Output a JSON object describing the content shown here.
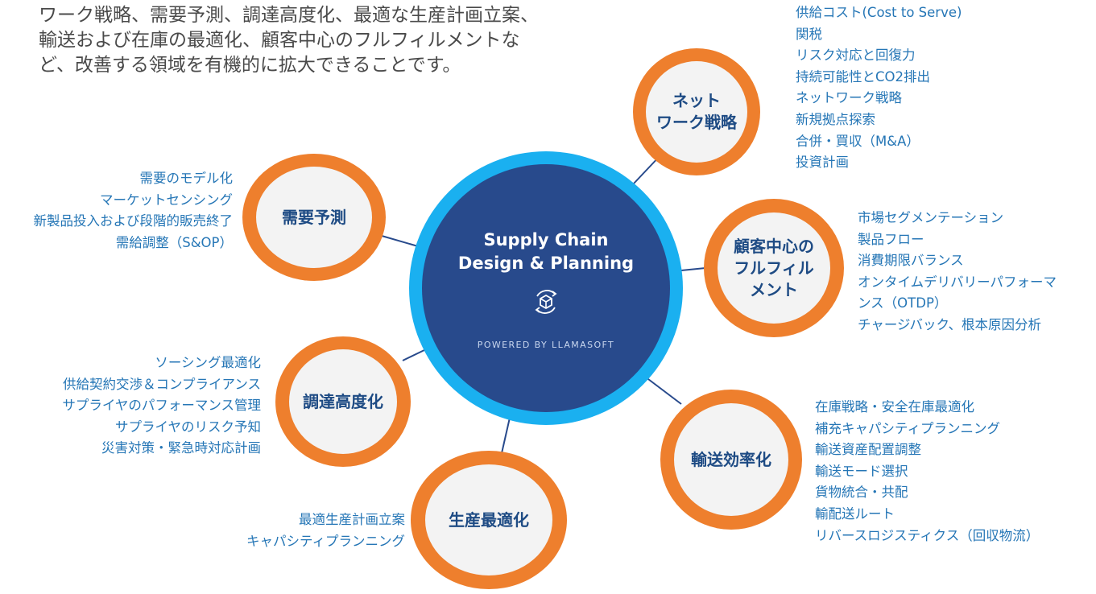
{
  "intro": {
    "lines": [
      "ワーク戦略、需要予測、調達高度化、最適な生産計画立案、",
      "輸送および在庫の最適化、顧客中心のフルフィルメントな",
      "ど、改善する領域を有機的に拡大できることです。"
    ]
  },
  "hub": {
    "title_lines": [
      "Supply Chain",
      "Design & Planning"
    ],
    "subtitle": "POWERED BY LLAMASOFT",
    "logo_icon": "cube-cycle-icon"
  },
  "colors": {
    "hub_ring": "#1ab0f0",
    "hub_fill": "#284a8c",
    "node_ring": "#ee7f2d",
    "node_fill": "#f3f3f3",
    "node_text": "#1e4b84",
    "list_text": "#2576b6",
    "connector": "#284a8c"
  },
  "nodes": {
    "network": {
      "label_lines": [
        "ネット",
        "ワーク戦略"
      ],
      "items": [
        "供給コスト(Cost to Serve)",
        "関税",
        "リスク対応と回復力",
        "持続可能性とCO2排出",
        "ネットワーク戦略",
        "新規拠点探索",
        "合併・買収（M&A）",
        "投資計画"
      ]
    },
    "demand": {
      "label_lines": [
        "需要予測"
      ],
      "items": [
        "需要のモデル化",
        "マーケットセンシング",
        "新製品投入および段階的販売終了",
        "需給調整（S&OP）"
      ]
    },
    "fulfillment": {
      "label_lines": [
        "顧客中心の",
        "フルフィル",
        "メント"
      ],
      "items": [
        "市場セグメンテーション",
        "製品フロー",
        "消費期限バランス",
        "オンタイムデリバリーパフォーマ",
        "ンス（OTDP）",
        "チャージバック、根本原因分析"
      ]
    },
    "procurement": {
      "label_lines": [
        "調達高度化"
      ],
      "items": [
        "ソーシング最適化",
        "供給契約交渉＆コンプライアンス",
        "サプライヤのパフォーマンス管理",
        "サプライヤのリスク予知",
        "災害対策・緊急時対応計画"
      ]
    },
    "transport": {
      "label_lines": [
        "輸送効率化"
      ],
      "items": [
        "在庫戦略・安全在庫最適化",
        "補充キャパシティプランニング",
        "輸送資産配置調整",
        "輸送モード選択",
        "貨物統合・共配",
        "輸配送ルート",
        "リバースロジスティクス（回収物流）"
      ]
    },
    "production": {
      "label_lines": [
        "生産最適化"
      ],
      "items": [
        "最適生産計画立案",
        "キャパシティプランニング"
      ]
    }
  }
}
